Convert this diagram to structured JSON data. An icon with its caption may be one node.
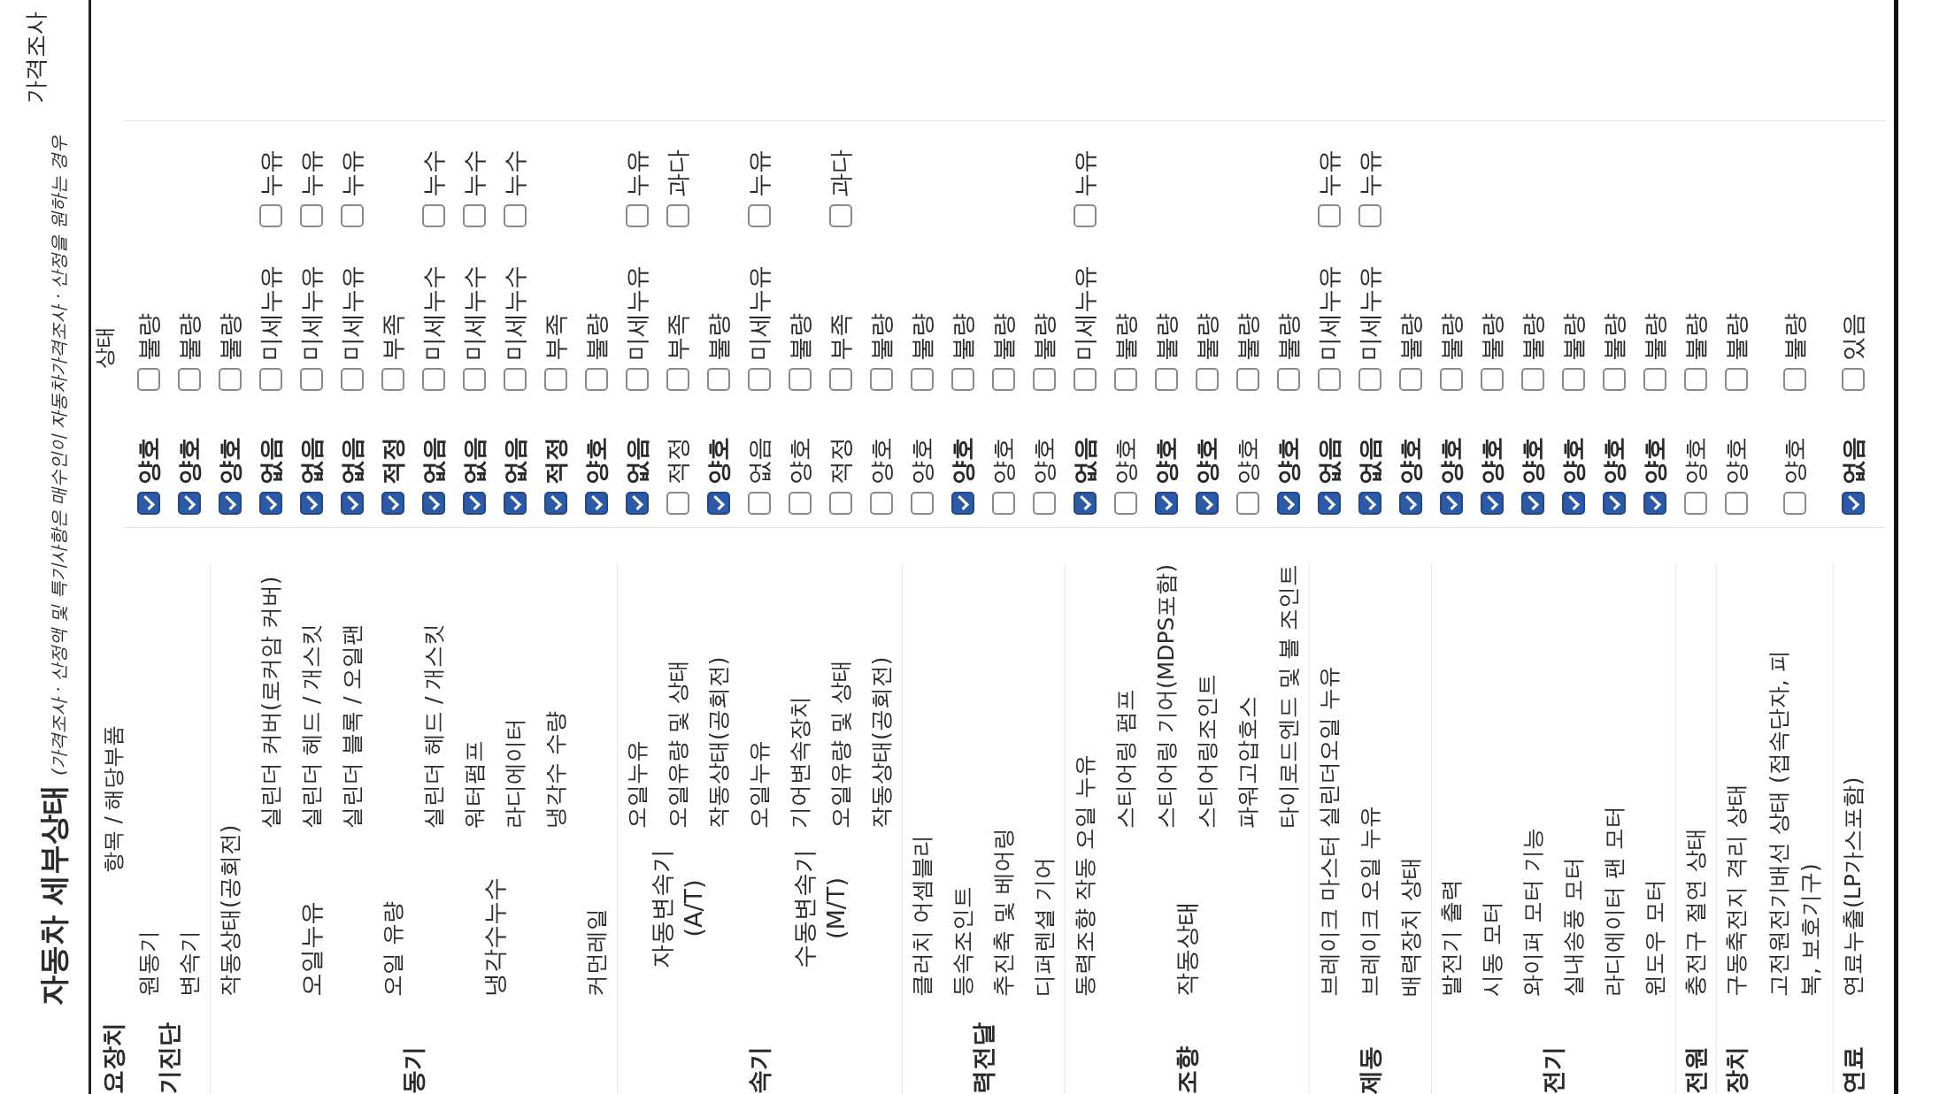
{
  "diagram": {
    "title": "자동차 세부상태",
    "labels": [
      "(가격조사 · 산정액 및 특기사항은 매수인이 자동차가격조사 · 산정을 원하는 경우",
      "가격조사",
      "항목 / 해당부품",
      "상태",
      "요장치",
      "기진단",
      "원동기",
      "**양호**",
      "불량",
      "변속기",
      "**양호**",
      "불량",
      "동기",
      "작동상태(공회전)",
      "**양호**",
      "불량",
      "오일누유",
      "실린더 커버(로커암 커버)",
      "**없음**",
      "미세누유",
      "누유",
      "실린더 헤드 / 개스킷",
      "**없음**",
      "미세누유",
      "누유",
      "실린더 블록 / 오일팬",
      "**없음**",
      "미세누유",
      "누유",
      "오일 유량",
      "**적정**",
      "부족",
      "냉각수누수",
      "실린더 헤드 / 개스킷",
      "**없음**",
      "미세누수",
      "누수",
      "워터펌프",
      "**없음**",
      "미세누수",
      "누수",
      "라디에이터",
      "**없음**",
      "미세누수",
      "누수",
      "냉각수 수량",
      "**적정**",
      "부족",
      "커먼레일",
      "**양호**",
      "불량",
      "속기",
      "자동변속기 (A/T)",
      "오일누유",
      "**없음**",
      "미세누유",
      "누유",
      "오일유량 및 상태",
      "적정",
      "부족",
      "과다",
      "작동상태(공회전)",
      "**양호**",
      "불량",
      "수동변속기 (M/T)",
      "오일누유",
      "없음",
      "미세누유",
      "누유",
      "기어변속장치",
      "양호",
      "불량",
      "오일유량 및 상태",
      "적정",
      "부족",
      "과다",
      "작동상태(공회전)",
      "양호",
      "불량",
      "력전달",
      "클러치 어셈블리",
      "양호",
      "불량",
      "등속조인트",
      "**양호**",
      "불량",
      "추진축 및 베어링",
      "양호",
      "불량",
      "디퍼렌셜 기어",
      "양호",
      "불량",
      "조향",
      "동력조향 작동 오일 누유",
      "**없음**",
      "미세누유",
      "누유",
      "작동상태",
      "스티어링 펌프",
      "양호",
      "불량",
      "스티어링 기어(MDPS포함)",
      "**양호**",
      "불량",
      "스티어링조인트",
      "**양호**",
      "불량",
      "파워고압호스",
      "양호",
      "불량",
      "타이로드엔드 및 볼 조인트",
      "**양호**",
      "불량",
      "제동",
      "브레이크 마스터 실린더오일 누유",
      "**없음**",
      "미세누유",
      "누유",
      "브레이크 오일 누유",
      "**없음**",
      "미세누유",
      "누유",
      "배력장치 상태",
      "**양호**",
      "불량",
      "전기",
      "발전기 출력",
      "**양호**",
      "불량",
      "시동 모터",
      "**양호**",
      "불량",
      "와이퍼 모터 기능",
      "**양호**",
      "불량",
      "실내송풍 모터",
      "**양호**",
      "불량",
      "라디에이터 팬 모터",
      "**양호**",
      "불량",
      "윈도우 모터",
      "**양호**",
      "불량",
      "전원",
      "충전구 절연 상태",
      "양호",
      "불량",
      "장치",
      "구동축전지 격리 상태",
      "양호",
      "불량",
      "고전원전기배선 상태 (접속단자, 피복, 보호기구)",
      "양호",
      "불량",
      "연료",
      "연료누출(LP가스포함)",
      "**없음**",
      "있음"
    ]
  }
}
